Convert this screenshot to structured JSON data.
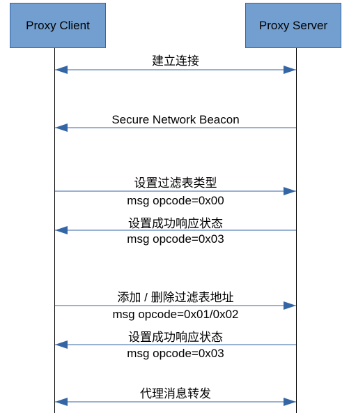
{
  "participants": {
    "client": "Proxy Client",
    "server": "Proxy Server"
  },
  "messages": [
    {
      "label": "建立连接",
      "direction": "both"
    },
    {
      "label": "Secure Network Beacon",
      "direction": "server-to-client"
    },
    {
      "label": "设置过滤表类型",
      "sublabel": "msg opcode=0x00",
      "direction": "client-to-server"
    },
    {
      "label": "设置成功响应状态",
      "sublabel": "msg opcode=0x03",
      "direction": "server-to-client"
    },
    {
      "label": "添加 / 删除过滤表地址",
      "sublabel": "msg opcode=0x01/0x02",
      "direction": "client-to-server"
    },
    {
      "label": "设置成功响应状态",
      "sublabel": "msg opcode=0x03",
      "direction": "server-to-client"
    },
    {
      "label": "代理消息转发",
      "direction": "both"
    }
  ],
  "colors": {
    "participant_fill": "#729fcf",
    "participant_border": "#3465a4",
    "arrow": "#3465a4",
    "lifeline": "#000000"
  }
}
